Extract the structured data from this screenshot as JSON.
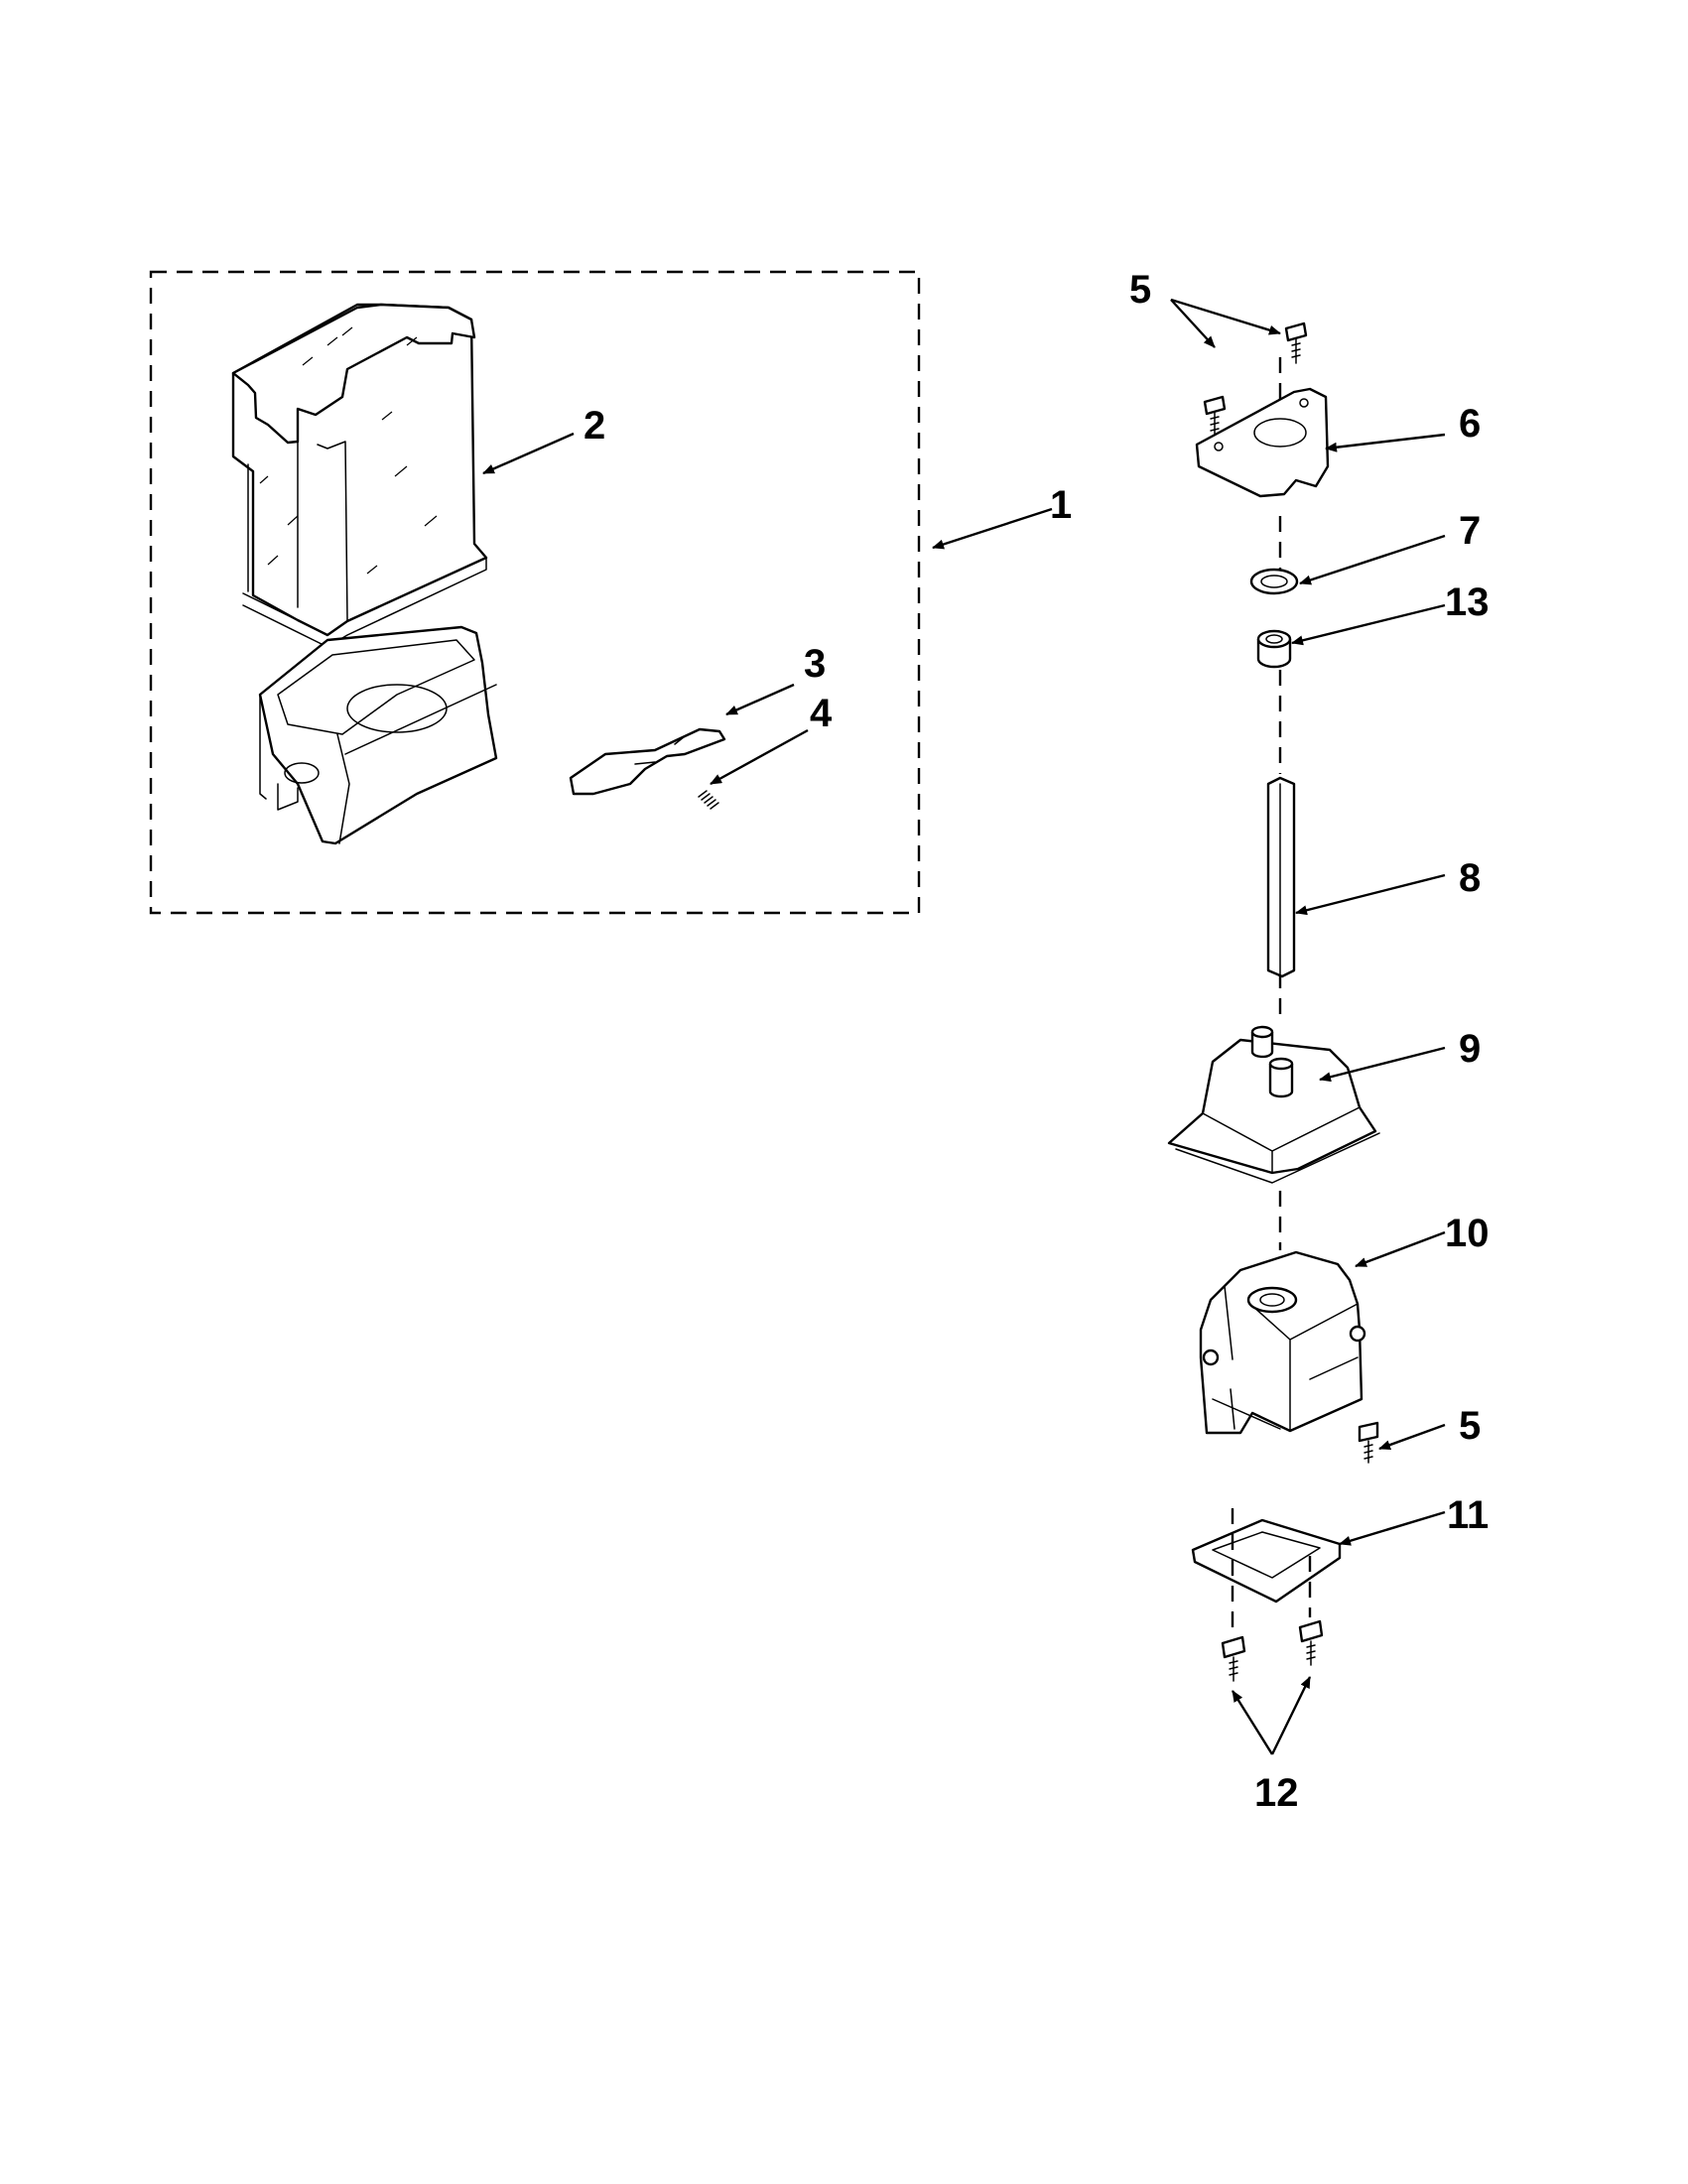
{
  "callouts": {
    "c1": "1",
    "c2": "2",
    "c3": "3",
    "c4": "4",
    "c5_top": "5",
    "c5_mid": "5",
    "c6": "6",
    "c7": "7",
    "c8": "8",
    "c9": "9",
    "c10": "10",
    "c11": "11",
    "c12": "12",
    "c13": "13"
  }
}
